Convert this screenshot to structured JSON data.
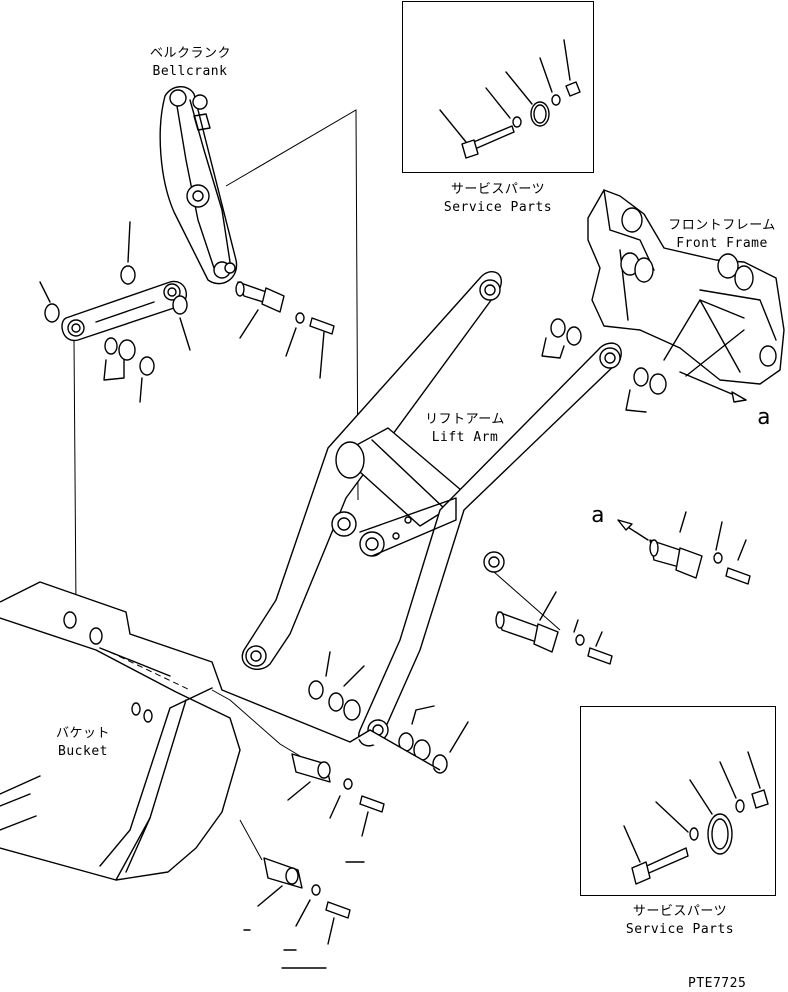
{
  "labels": {
    "bellcrank_jp": "ベルクランク",
    "bellcrank_en": "Bellcrank",
    "front_frame_jp": "フロントフレーム",
    "front_frame_en": "Front Frame",
    "lift_arm_jp": "リフトアーム",
    "lift_arm_en": "Lift Arm",
    "bucket_jp": "バケット",
    "bucket_en": "Bucket",
    "service_parts_jp": "サービスパーツ",
    "service_parts_en": "Service Parts",
    "view_ref": "a",
    "drawing_no": "PTE7725"
  }
}
